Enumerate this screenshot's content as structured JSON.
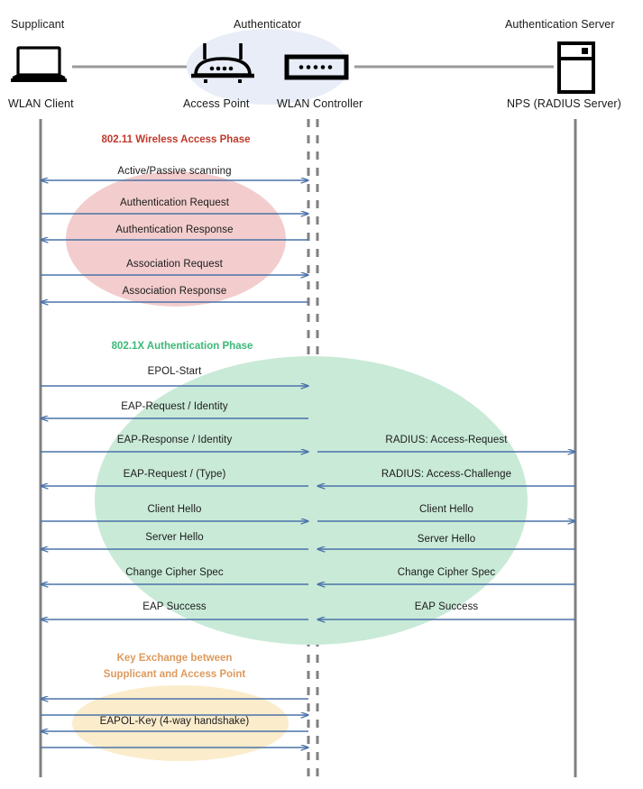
{
  "header": {
    "roles": [
      {
        "title": "Supplicant",
        "node": "WLAN Client",
        "icon": "laptop-icon"
      },
      {
        "title": "Authenticator",
        "node": "Access Point",
        "icon": "access-point-icon"
      },
      {
        "title": "",
        "node": "WLAN Controller",
        "icon": "wlan-controller-icon"
      },
      {
        "title": "Authentication Server",
        "node": "NPS (RADIUS Server)",
        "icon": "server-icon"
      }
    ]
  },
  "phases": [
    {
      "id": "wireless-access",
      "caption": "802.11 Wireless Access Phase",
      "color": "#c0392b",
      "blob_color": "#f3cdcd",
      "messages": [
        {
          "label": "Active/Passive scanning",
          "dir": "both"
        },
        {
          "label": "Authentication Request",
          "dir": "right"
        },
        {
          "label": "Authentication Response",
          "dir": "left"
        },
        {
          "label": "Association Request",
          "dir": "right"
        },
        {
          "label": "Association Response",
          "dir": "left"
        }
      ]
    },
    {
      "id": "dot1x-authentication",
      "caption": "802.1X Authentication Phase",
      "color": "#3cb878",
      "blob_color": "#c9ead7",
      "messages_left": [
        {
          "label": "EPOL-Start",
          "dir": "right"
        },
        {
          "label": "EAP-Request / Identity",
          "dir": "left"
        },
        {
          "label": "EAP-Response / Identity",
          "dir": "right"
        },
        {
          "label": "EAP-Request / (Type)",
          "dir": "left"
        },
        {
          "label": "Client Hello",
          "dir": "right"
        },
        {
          "label": "Server Hello",
          "dir": "left"
        },
        {
          "label": "Change Cipher Spec",
          "dir": "left"
        },
        {
          "label": "EAP Success",
          "dir": "left"
        }
      ],
      "messages_right": [
        {
          "label": "RADIUS: Access-Request",
          "dir": "right"
        },
        {
          "label": "RADIUS: Access-Challenge",
          "dir": "left"
        },
        {
          "label": "Client Hello",
          "dir": "right"
        },
        {
          "label": "Server Hello",
          "dir": "left"
        },
        {
          "label": "Change Cipher Spec",
          "dir": "left"
        },
        {
          "label": "EAP Success",
          "dir": "left"
        }
      ]
    },
    {
      "id": "key-exchange",
      "caption_line1": "Key Exchange between",
      "caption_line2": "Supplicant and Access Point",
      "color": "#dd9a5e",
      "blob_color": "#fbeccb",
      "messages": [
        {
          "label": "",
          "dir": "left"
        },
        {
          "label": "",
          "dir": "right"
        },
        {
          "label": "EAPOL-Key (4-way handshake)",
          "dir": "left"
        },
        {
          "label": "",
          "dir": "right"
        }
      ]
    }
  ],
  "colors": {
    "arrow": "#4a73a8",
    "lifeline": "#808080",
    "link": "#9a9a9a",
    "authenticator_halo": "#e8edf7",
    "icon": "#000000"
  }
}
